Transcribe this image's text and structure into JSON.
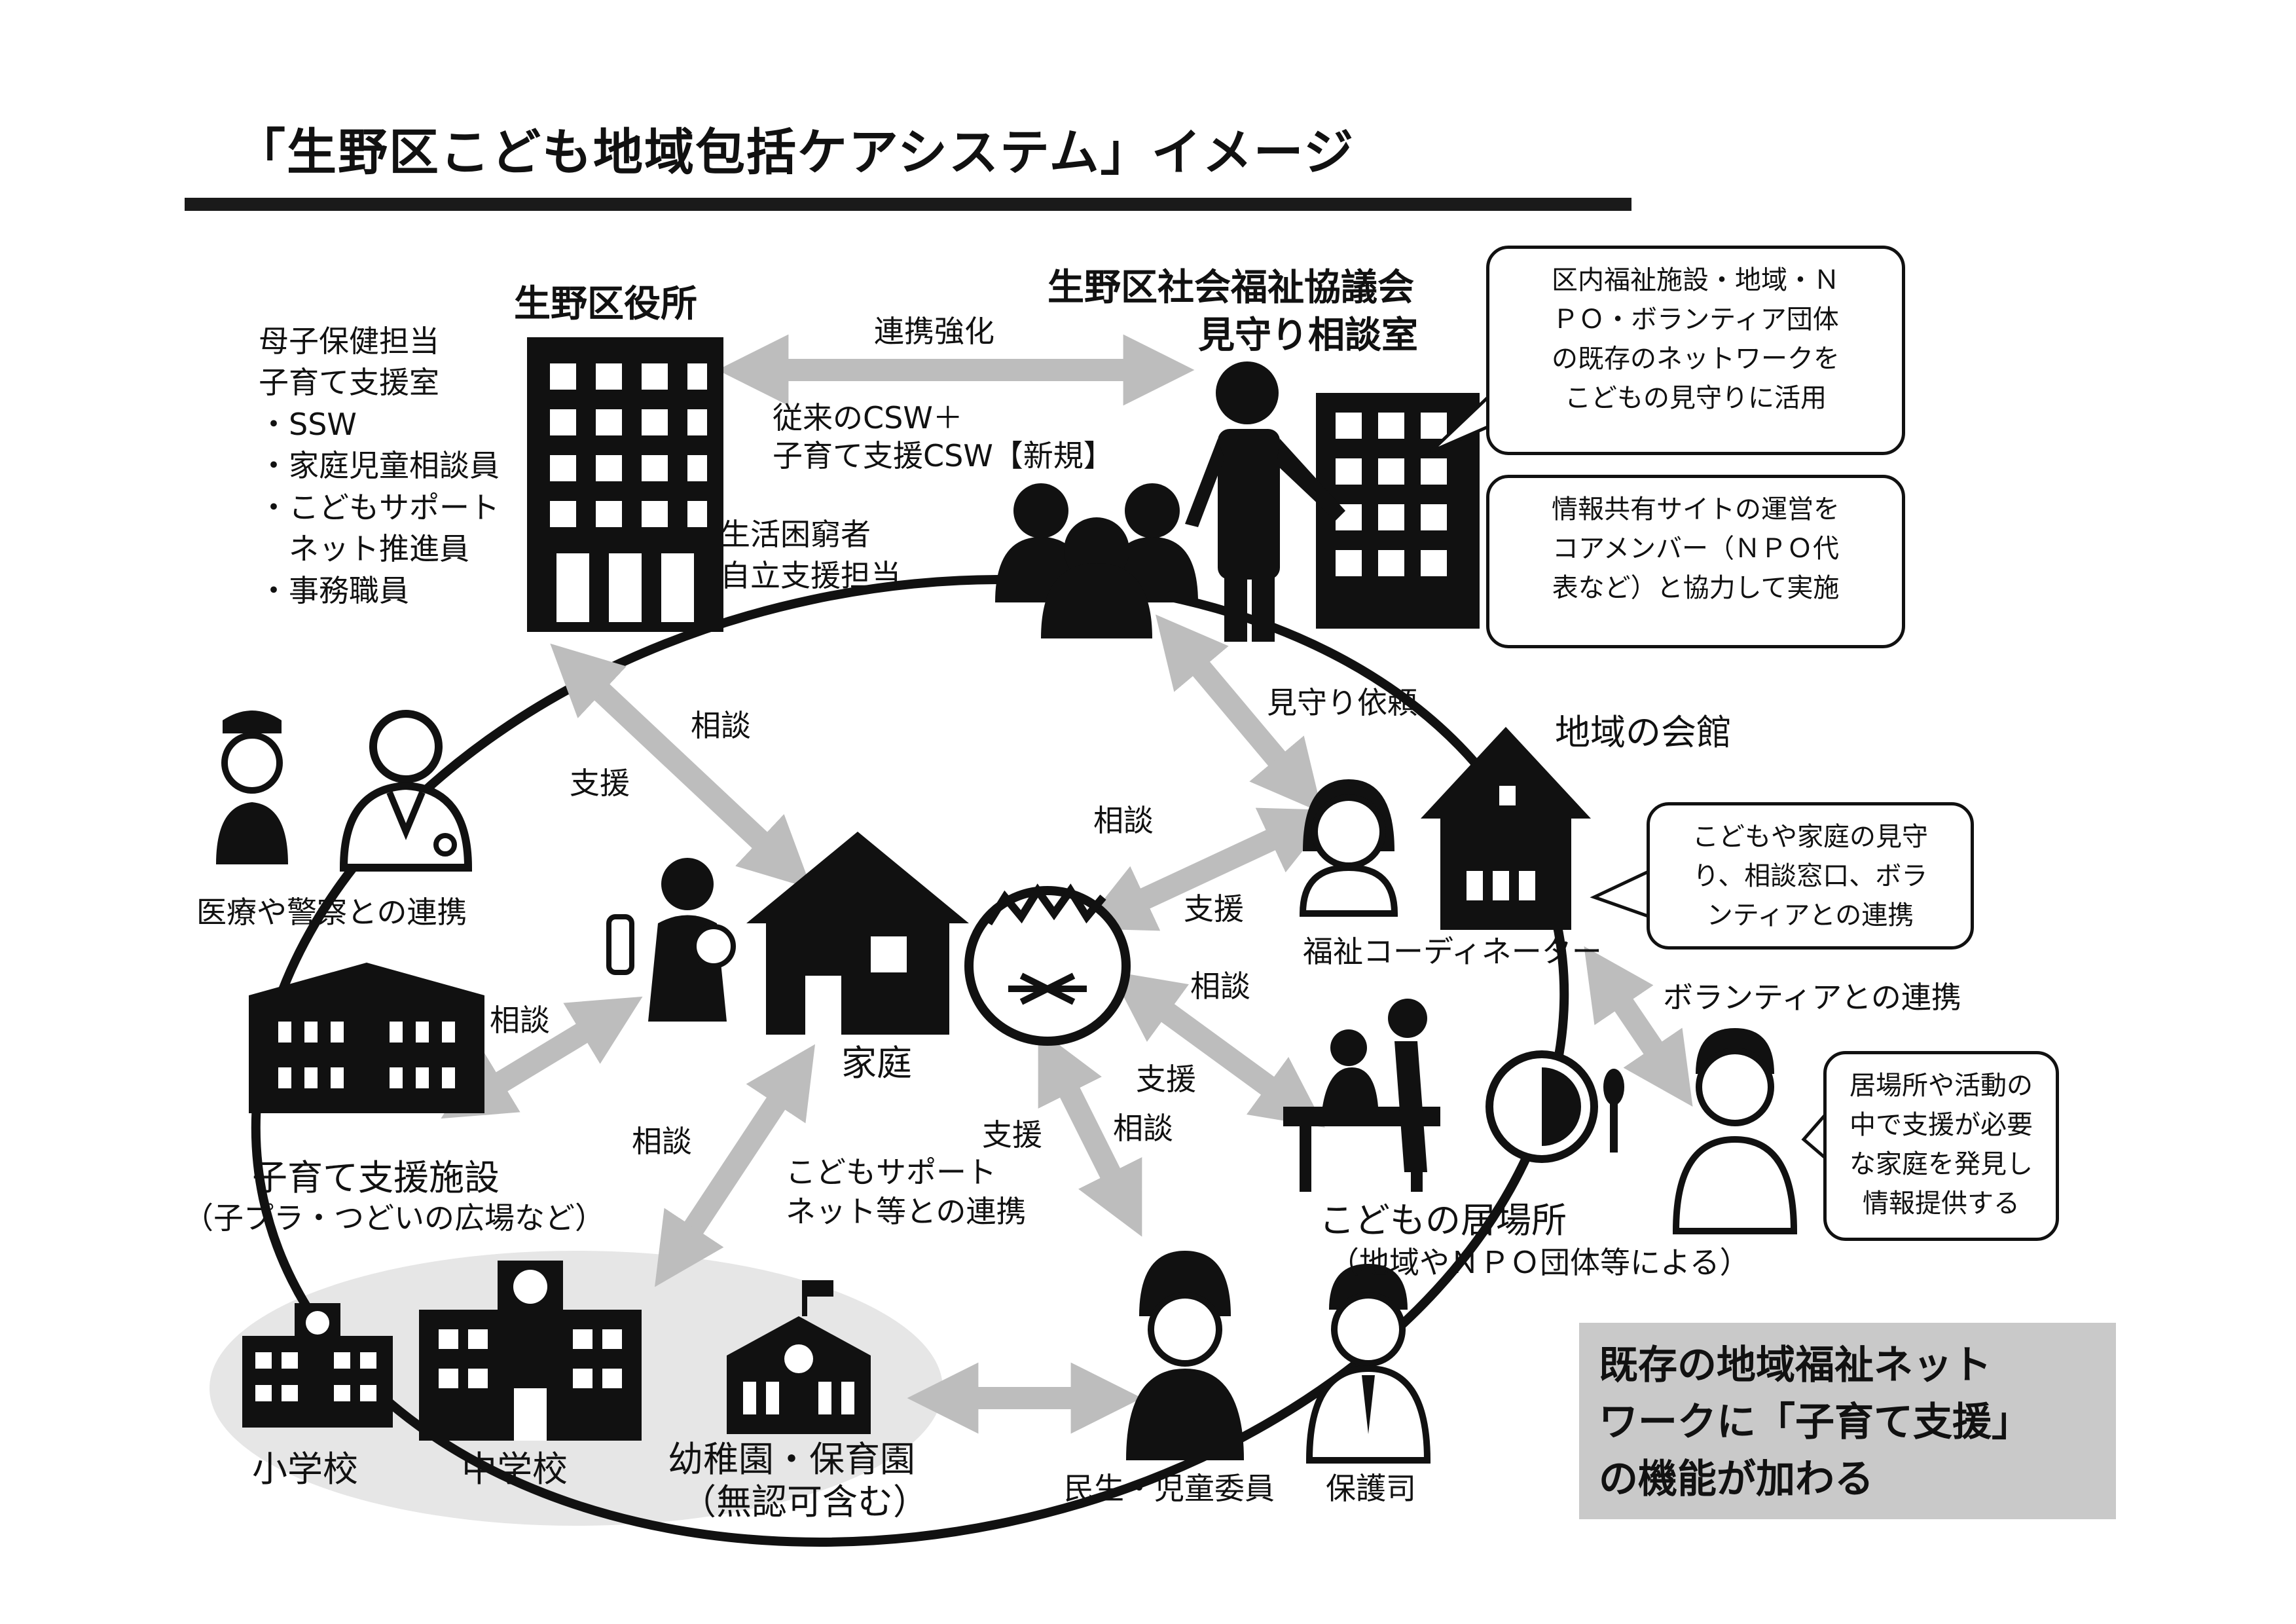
{
  "title": "「生野区こども地域包括ケアシステム」イメージ",
  "city_office": {
    "name": "生野区役所",
    "staff": [
      "母子保健担当",
      "子育て支援室",
      "・SSW",
      "・家庭児童相談員",
      "・こどもサポート",
      "　ネット推進員",
      "・事務職員"
    ],
    "poverty": [
      "生活困窮者",
      "自立支援担当"
    ]
  },
  "council": {
    "name_line1": "生野区社会福祉協議会",
    "name_line2": "見守り相談室",
    "csw_line1": "従来のCSW＋",
    "csw_line2": "子育て支援CSW【新規】"
  },
  "link_strengthen": "連携強化",
  "bubbles": {
    "network": [
      "区内福祉施設・地域・Ｎ",
      "ＰＯ・ボランティア団体",
      "の既存のネットワークを",
      "こどもの見守りに活用"
    ],
    "info_site": [
      "情報共有サイトの運営を",
      "コアメンバー（ＮＰＯ代",
      "表など）と協力して実施"
    ],
    "hall": [
      "こどもや家庭の見守",
      "り、相談窓口、ボラ",
      "ンティアとの連携"
    ],
    "volunteer": [
      "居場所や活動の",
      "中で支援が必要",
      "な家庭を発見し",
      "情報提供する"
    ]
  },
  "labels": {
    "consult": "相談",
    "support": "支援",
    "watch_request": "見守り依頼",
    "community_hall": "地域の会館",
    "welfare_coordinator": "福祉コーディネーター",
    "medical_police": "医療や警察との連携",
    "family": "家庭",
    "childcare_facility": "子育て支援施設",
    "childcare_facility_sub": "（子プラ・つどいの広場など）",
    "volunteer_link": "ボランティアとの連携",
    "kids_place": "こどもの居場所",
    "kids_place_sub": "（地域やＮＰＯ団体等による）",
    "support_net_1": "こどもサポート",
    "support_net_2": "ネット等との連携",
    "elementary": "小学校",
    "junior_high": "中学校",
    "kindergarten": "幼稚園・保育園",
    "kindergarten_sub": "（無認可含む）",
    "commissioner": "民生・児童委員",
    "probation": "保護司"
  },
  "summary": [
    "既存の地域福祉ネット",
    "ワークに「子育て支援」",
    "の機能が加わる"
  ],
  "colors": {
    "ink": "#111111",
    "arrow": "#bdbdbd",
    "box": "#c9c9c9",
    "school_zone": "#e6e6e6"
  }
}
